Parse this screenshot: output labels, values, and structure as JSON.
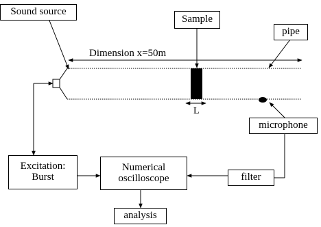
{
  "labels": {
    "sound_source": "Sound source",
    "sample": "Sample",
    "pipe": "pipe",
    "dimension": "Dimension x=50m",
    "sample_length": "L",
    "microphone": "microphone",
    "excitation_line1": "Excitation:",
    "excitation_line2": "Burst",
    "oscilloscope_line1": "Numerical",
    "oscilloscope_line2": "oscilloscope",
    "filter": "filter",
    "analysis": "analysis"
  }
}
